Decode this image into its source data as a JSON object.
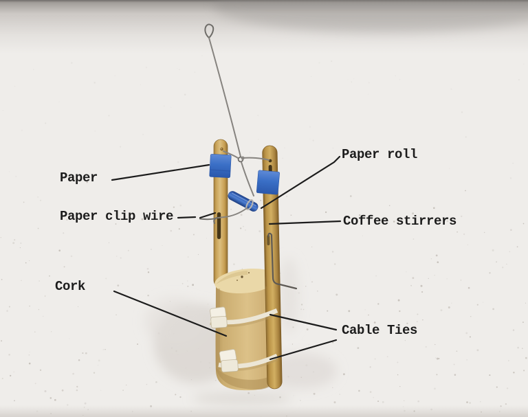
{
  "palette": {
    "background": "#efedea",
    "label_text": "#1c1c1c",
    "leader_line": "#1c1c1c",
    "wood": "#c9a55c",
    "blue_paper": "#3a6fc6",
    "cork": "#d7bc84",
    "cable_tie": "#ece6d6",
    "wire": "#7e7c78"
  },
  "labels": [
    {
      "id": "paper",
      "text": "Paper"
    },
    {
      "id": "paper-roll",
      "text": "Paper roll"
    },
    {
      "id": "paper-clip-wire",
      "text": "Paper clip wire"
    },
    {
      "id": "coffee-stirrers",
      "text": "Coffee stirrers"
    },
    {
      "id": "cork",
      "text": "Cork"
    },
    {
      "id": "cable-ties",
      "text": "Cable Ties"
    }
  ]
}
